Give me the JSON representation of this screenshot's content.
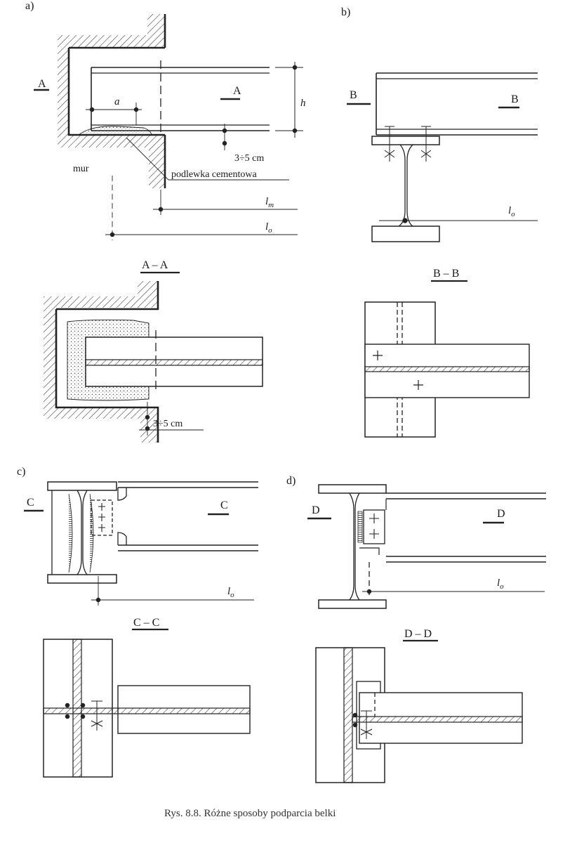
{
  "panels": {
    "a": {
      "letter": "a)",
      "cut_mark": "A",
      "section_label": "A",
      "dim_a": "a",
      "dim_h": "h",
      "clearance": "3÷5 cm",
      "mur": "mur",
      "grout": "podlewka cementowa",
      "lm": "l",
      "lm_sub": "m",
      "lo": "l",
      "lo_sub": "o"
    },
    "aa": {
      "title": "A – A",
      "clearance": "3÷5 cm"
    },
    "b": {
      "letter": "b)",
      "cut_mark": "B",
      "section_label": "B",
      "lo": "l",
      "lo_sub": "o"
    },
    "bb": {
      "title": "B – B"
    },
    "c": {
      "letter": "c)",
      "cut_mark": "C",
      "section_label": "C",
      "lo": "l",
      "lo_sub": "o"
    },
    "cc": {
      "title": "C – C"
    },
    "d": {
      "letter": "d)",
      "cut_mark": "D",
      "section_label": "D",
      "lo": "l",
      "lo_sub": "o"
    },
    "dd": {
      "title": "D – D"
    }
  },
  "caption": "Rys. 8.8.  Różne sposoby podparcia belki"
}
